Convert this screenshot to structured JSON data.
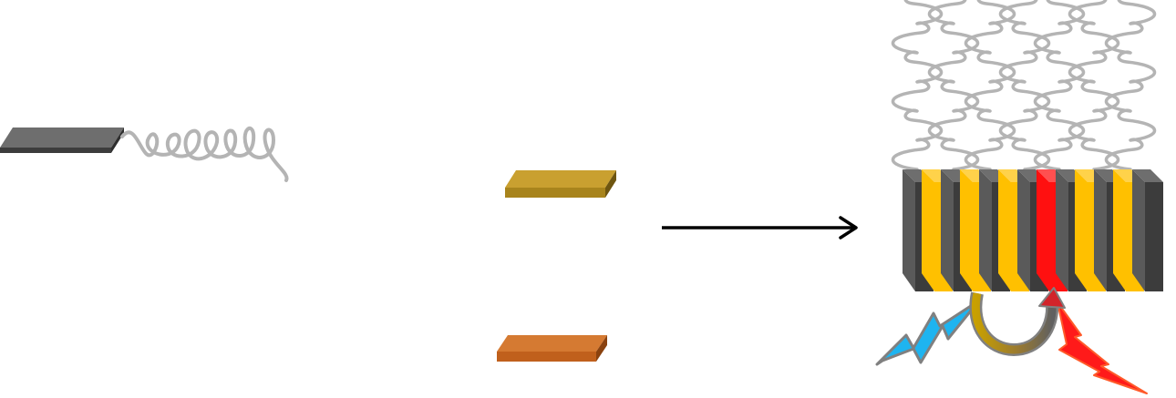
{
  "colors": {
    "background": "#ffffff",
    "polymer_chain": "#b4b4b4",
    "donor_block_top": "#6e6e6e",
    "donor_block_side": "#3c3c3c",
    "donor_block_face": "#5a5a5a",
    "acceptor_gold_top": "#c9a030",
    "acceptor_gold_face": "#a8841c",
    "acceptor_gold_side": "#6e5510",
    "acceptor_orange_top": "#d57a32",
    "acceptor_orange_face": "#c0601c",
    "acceptor_orange_side": "#8a420f",
    "stack_yellow_face": "#ffc000",
    "stack_yellow_top": "#ffd24a",
    "stack_red_face": "#ff1010",
    "stack_red_top": "#ff5050",
    "reaction_arrow": "#000000",
    "light_in_bolt": "#1eb4f0",
    "light_out_bolt": "#ff1a1a",
    "transfer_arrow_start": "#c8a000",
    "transfer_arrow_end": "#606060",
    "outline": "#808080"
  },
  "icons": {
    "incoming_light": "lightning-bolt-icon",
    "emitted_light": "lightning-bolt-icon",
    "energy_transfer": "curved-arrow-icon",
    "reaction": "right-arrow-icon"
  },
  "stack": {
    "sequence": [
      "donor",
      "yellow",
      "donor",
      "yellow",
      "donor",
      "yellow",
      "donor",
      "red",
      "donor",
      "yellow",
      "donor",
      "yellow",
      "donor"
    ]
  }
}
